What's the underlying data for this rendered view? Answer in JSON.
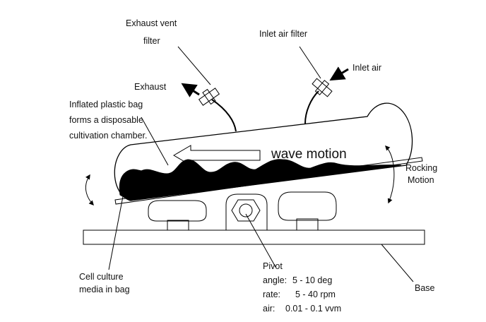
{
  "diagram": {
    "labels": {
      "exhaust_vent_filter_line1": "Exhaust vent",
      "exhaust_vent_filter_line2": "filter",
      "inlet_air_filter": "Inlet air filter",
      "inlet_air": "Inlet air",
      "exhaust": "Exhaust",
      "bag_line1": "Inflated plastic bag",
      "bag_line2": "forms a  disposable",
      "bag_line3": "cultivation chamber.",
      "wave_motion": "wave motion",
      "rocking_line1": "Rocking",
      "rocking_line2": "Motion",
      "pivot": "Pivot",
      "angle_label": "angle:",
      "angle_value": "5 - 10  deg",
      "rate_label": "rate:",
      "rate_value": "5 - 40  rpm",
      "air_label": "air:",
      "air_value": "0.01 - 0.1 vvm",
      "media_line1": "Cell culture",
      "media_line2": "media in bag",
      "base": "Base"
    }
  }
}
